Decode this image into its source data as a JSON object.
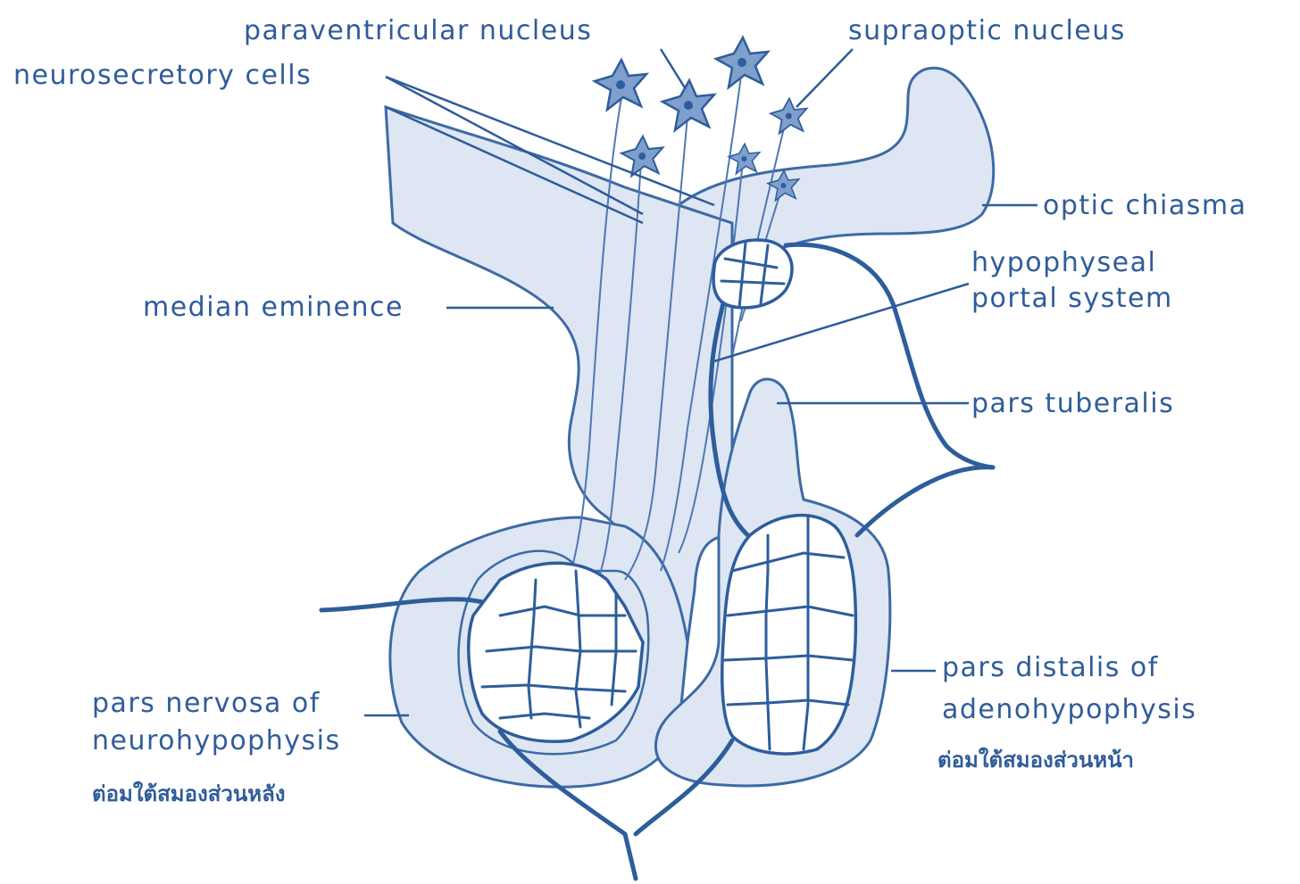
{
  "labels": {
    "paraventricular_nucleus": "paraventricular nucleus",
    "supraoptic_nucleus": "supraoptic nucleus",
    "neurosecretory_cells": "neurosecretory cells",
    "optic_chiasma": "optic chiasma",
    "hypophyseal_portal_line1": "hypophyseal",
    "hypophyseal_portal_line2": "portal system",
    "median_eminence": "median eminence",
    "pars_tuberalis": "pars tuberalis",
    "pars_distalis_line1": "pars distalis of",
    "pars_distalis_line2": "adenohypophysis",
    "pars_distalis_thai": "ต่อมใต้สมองส่วนหน้า",
    "pars_nervosa_line1": "pars nervosa of",
    "pars_nervosa_line2": "neurohypophysis",
    "pars_nervosa_thai": "ต่อมใต้สมองส่วนหลัง"
  },
  "colors": {
    "ink": "#2f5c9a",
    "tissue_fill": "#dde6f2",
    "vessel": "#2e5d9c",
    "background": "#ffffff"
  }
}
